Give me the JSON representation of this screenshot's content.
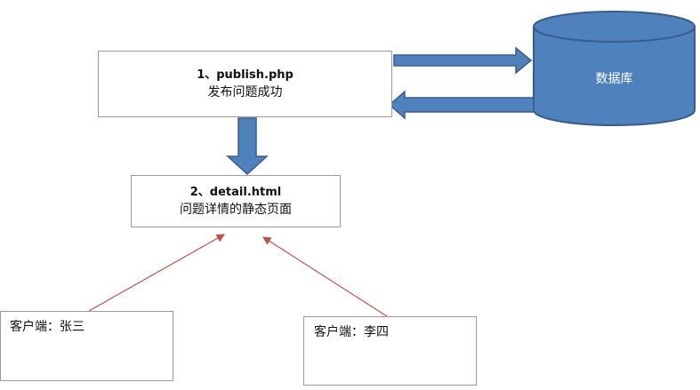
{
  "nodes": {
    "publish": {
      "line1": "1、publish.php",
      "line2": "发布问题成功"
    },
    "detail": {
      "line1": "2、detail.html",
      "line2": "问题详情的静态页面"
    },
    "database": {
      "label": "数据库"
    },
    "client_a": {
      "label": "客户端：张三"
    },
    "client_b": {
      "label": "客户端：李四"
    }
  },
  "colors": {
    "shape_fill": "#4f81bd",
    "shape_stroke": "#385d8a",
    "connector": "#c0504d",
    "box_border": "#9a9a9a"
  }
}
